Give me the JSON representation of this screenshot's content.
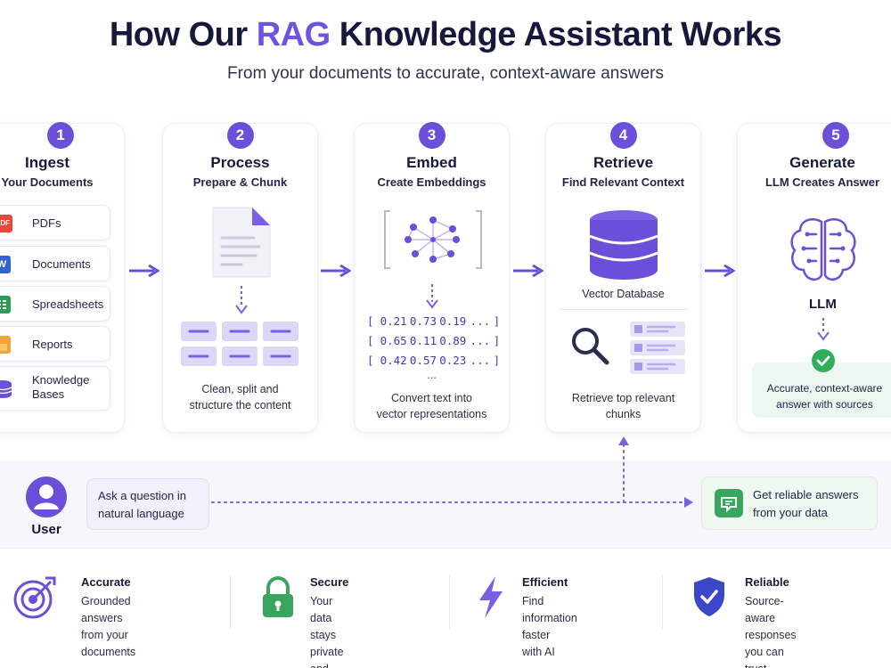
{
  "header": {
    "title_pre": "How Our ",
    "title_accent": "RAG",
    "title_post": " Knowledge Assistant Works",
    "subtitle": "From your documents to accurate, context-aware answers"
  },
  "colors": {
    "accent": "#6b4fd8",
    "text": "#17193a",
    "success": "#2fae5c"
  },
  "steps": [
    {
      "number": "1",
      "title": "Ingest",
      "subtitle": "Your Documents",
      "items": [
        {
          "label": "PDFs",
          "icon": "pdf-icon"
        },
        {
          "label": "Documents",
          "icon": "word-doc-icon"
        },
        {
          "label": "Spreadsheets",
          "icon": "spreadsheet-icon"
        },
        {
          "label": "Reports",
          "icon": "report-icon"
        },
        {
          "label": "Knowledge\nBases",
          "icon": "database-icon"
        }
      ],
      "pdf_badge": "PDF",
      "word_badge": "W"
    },
    {
      "number": "2",
      "title": "Process",
      "subtitle": "Prepare & Chunk",
      "caption": "Clean, split and\nstructure the content"
    },
    {
      "number": "3",
      "title": "Embed",
      "subtitle": "Create Embeddings",
      "vectors": [
        [
          "[",
          "0.21",
          "0.73",
          "0.19",
          "...",
          "]"
        ],
        [
          "[",
          "0.65",
          "0.11",
          "0.89",
          "...",
          "]"
        ],
        [
          "[",
          "0.42",
          "0.57",
          "0.23",
          "...",
          "]"
        ]
      ],
      "vector_ellipsis": "...",
      "caption": "Convert text into\nvector representations"
    },
    {
      "number": "4",
      "title": "Retrieve",
      "subtitle": "Find Relevant Context",
      "db_label": "Vector Database",
      "caption": "Retrieve top relevant\nchunks"
    },
    {
      "number": "5",
      "title": "Generate",
      "subtitle": "LLM Creates Answer",
      "llm_label": "LLM",
      "answer": "Accurate, context-aware\nanswer with sources"
    }
  ],
  "user_flow": {
    "user_label": "User",
    "question": "Ask a question in\nnatural language",
    "result": "Get reliable answers\nfrom your data"
  },
  "features": [
    {
      "title": "Accurate",
      "desc": "Grounded answers\nfrom your documents",
      "icon": "target-icon"
    },
    {
      "title": "Secure",
      "desc": "Your data stays private\nand protected",
      "icon": "lock-icon"
    },
    {
      "title": "Efficient",
      "desc": "Find information faster\nwith AI",
      "icon": "lightning-icon"
    },
    {
      "title": "Reliable",
      "desc": "Source-aware responses\nyou can trust",
      "icon": "shield-check-icon"
    }
  ]
}
